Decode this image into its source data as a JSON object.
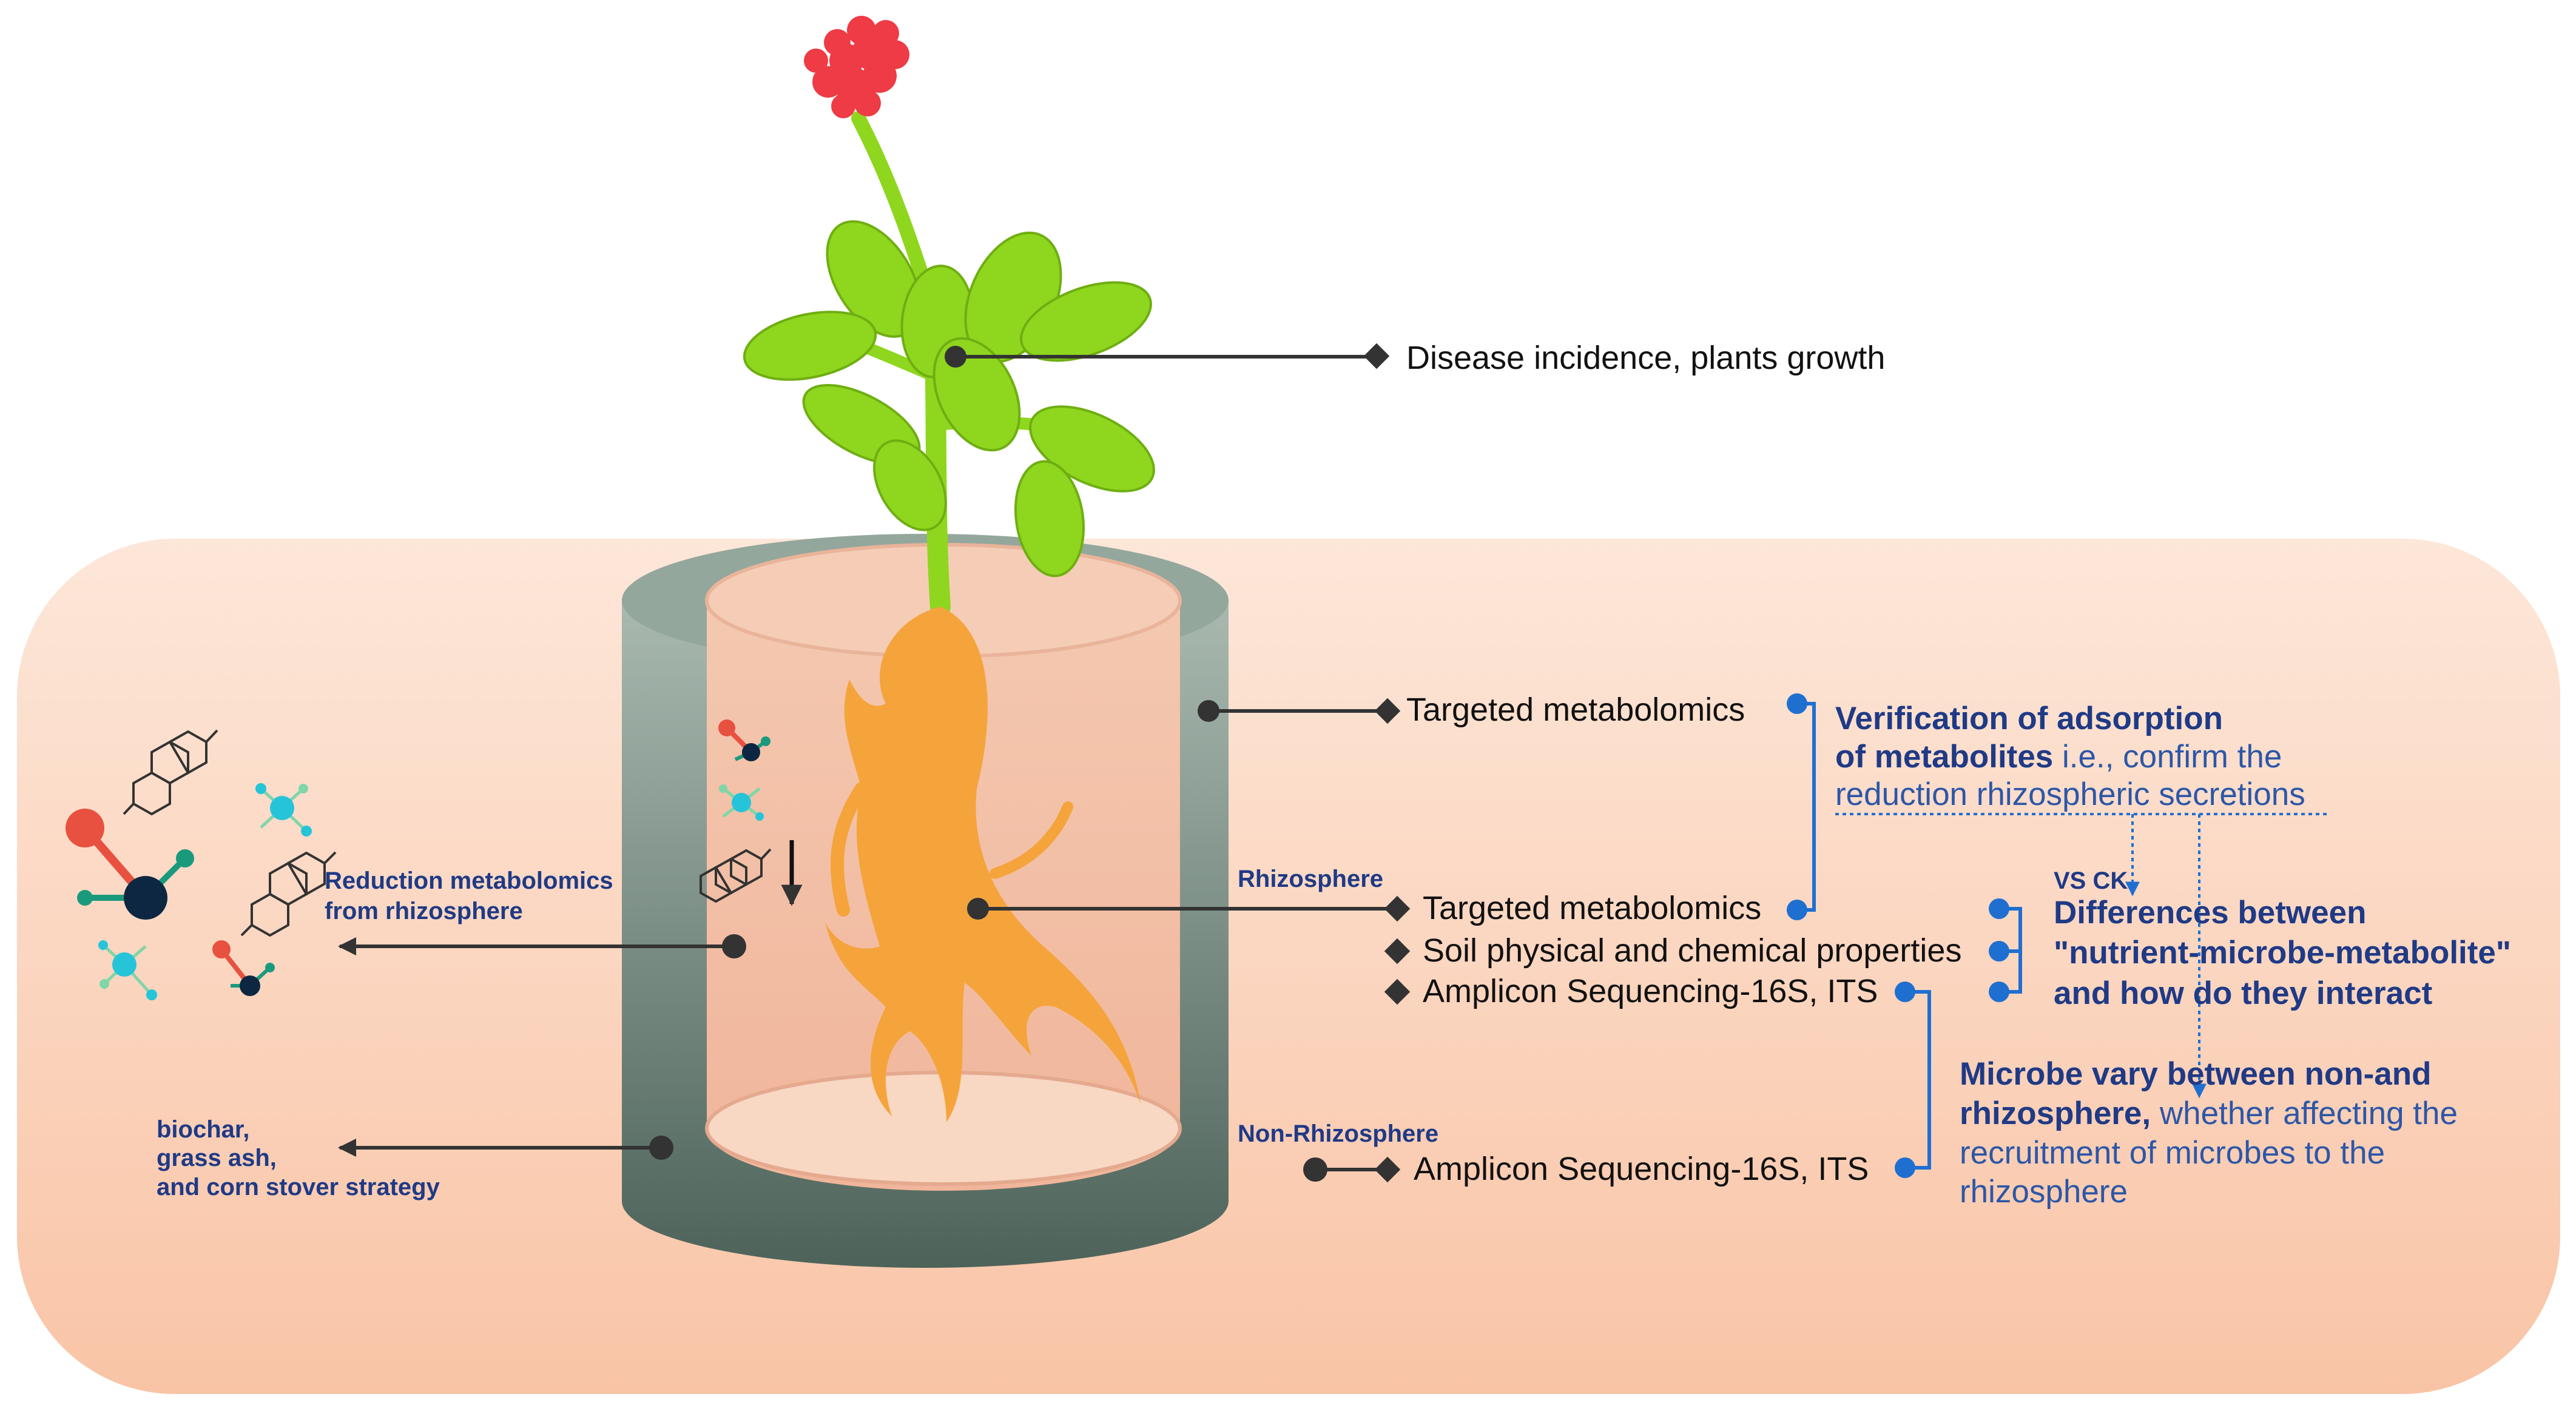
{
  "plant_label": "Disease incidence, plants growth",
  "zones": {
    "rhizosphere": "Rhizosphere",
    "non_rhizosphere": "Non-Rhizosphere"
  },
  "left": {
    "reduction_line1": "Reduction metabolomics",
    "reduction_line2": "from rhizosphere",
    "strategy_line1": "biochar,",
    "strategy_line2": "grass ash,",
    "strategy_line3": "and corn stover strategy"
  },
  "measures": {
    "wall_targeted": "Targeted metabolomics",
    "rhizo_targeted": "Targeted metabolomics",
    "rhizo_soil": "Soil physical and chemical properties",
    "rhizo_amplicon": "Amplicon Sequencing-16S, ITS",
    "nonrhizo_amplicon": "Amplicon Sequencing-16S, ITS"
  },
  "verification": {
    "line1": "Verification of adsorption",
    "line2_bold": "of metabolites",
    "line2_rest": " i.e., confirm the",
    "line3": "reduction rhizospheric secretions"
  },
  "vs_ck": "VS CK",
  "differences": {
    "line1": "Differences between",
    "line2": "\"nutrient-microbe-metabolite\"",
    "line3": "and how do they interact"
  },
  "microbe": {
    "line1": "Microbe vary between non-and",
    "line2_bold": "rhizosphere,",
    "line2_rest": " whether affecting the",
    "line3": "recruitment of microbes to the",
    "line4": "rhizosphere"
  },
  "colors": {
    "soil_light": "#fde5d6",
    "soil_dark": "#f9c3a4",
    "pot_wall": "#7b8c84",
    "root": "#f5a43c",
    "leaf": "#8fd61e",
    "flower": "#ee3b45",
    "accent_blue": "#1f6fd1",
    "text_blue": "#1f3a86"
  }
}
